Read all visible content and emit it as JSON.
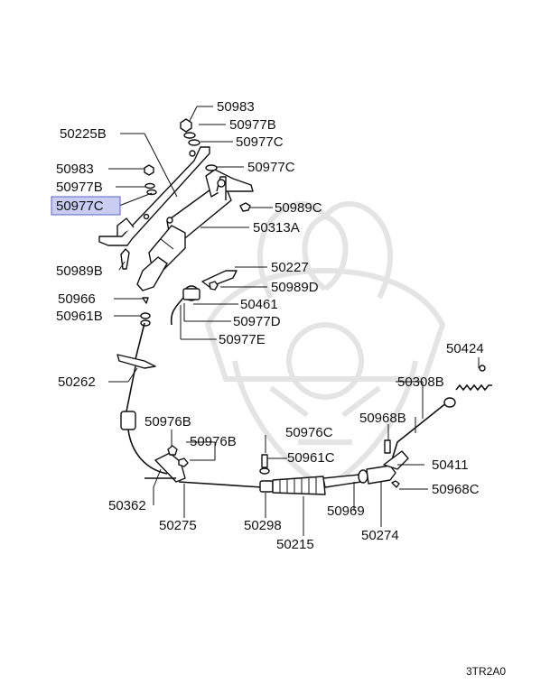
{
  "diagram_code": "3TR2A0",
  "highlight_color": "#c9cdf2",
  "labels": {
    "p50983_top": "50983",
    "p50977B_top": "50977B",
    "p50977C_top": "50977C",
    "p50225B": "50225B",
    "p50977C_mid": "50977C",
    "p50983_left": "50983",
    "p50977B_left": "50977B",
    "p50977C_highlight": "50977C",
    "p50989C_right": "50989C",
    "p50313A": "50313A",
    "p50989B": "50989B",
    "p50227": "50227",
    "p50989D": "50989D",
    "p50966": "50966",
    "p50461": "50461",
    "p50961B": "50961B",
    "p50977D": "50977D",
    "p50977E": "50977E",
    "p50424": "50424",
    "p50262": "50262",
    "p50308B": "50308B",
    "p50976B_a": "50976B",
    "p50976C": "50976C",
    "p50968B": "50968B",
    "p50976B_b": "50976B",
    "p50961C": "50961C",
    "p50411": "50411",
    "p50968C": "50968C",
    "p50362": "50362",
    "p50969": "50969",
    "p50275": "50275",
    "p50298": "50298",
    "p50274": "50274",
    "p50215": "50215"
  }
}
